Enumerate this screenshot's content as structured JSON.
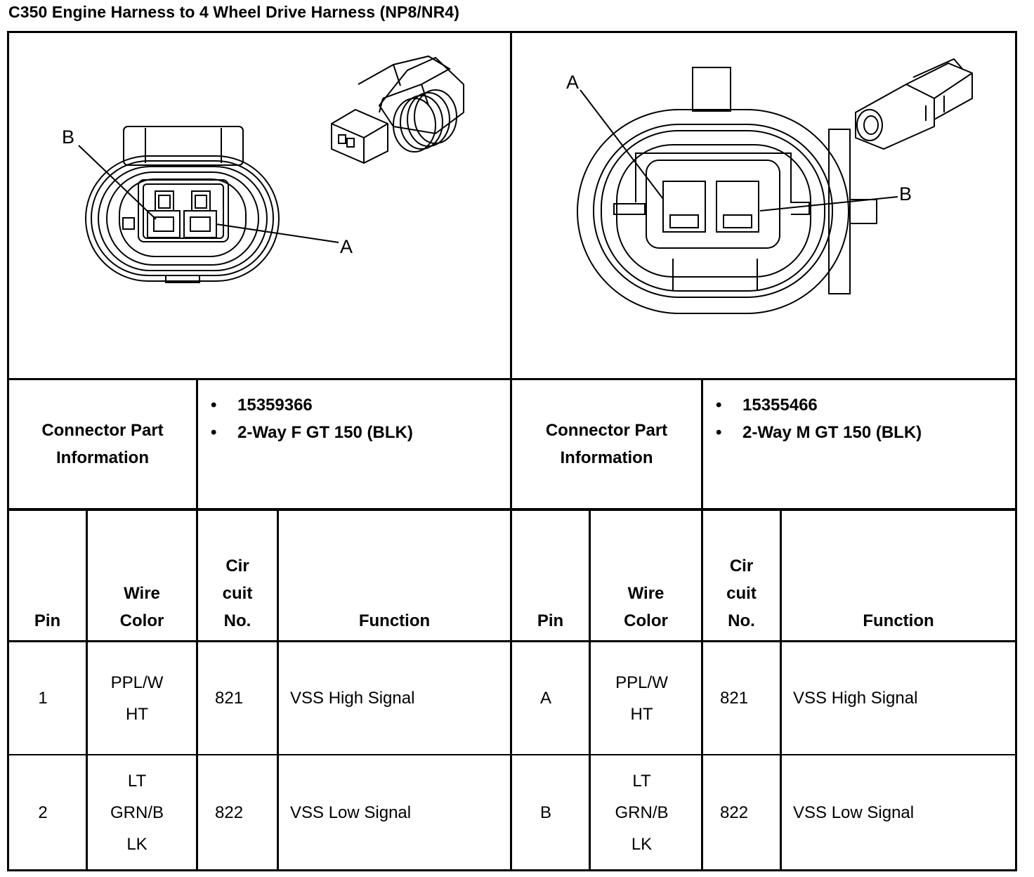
{
  "title": "C350 Engine Harness to 4 Wheel Drive Harness (NP8/NR4)",
  "left_connector": {
    "pin_labels": {
      "a": "A",
      "b": "B"
    },
    "part_info_label": [
      "Connector Part",
      "Information"
    ],
    "part_info": [
      "15359366",
      "2-Way F GT 150 (BLK)"
    ],
    "headers": {
      "pin": [
        "Pin"
      ],
      "wire": [
        "Wire",
        "Color"
      ],
      "circuit": [
        "Cir",
        "cuit",
        "No."
      ],
      "function": [
        "Function"
      ]
    },
    "rows": [
      {
        "pin": "1",
        "wire": [
          "PPL/W",
          "HT"
        ],
        "circuit": "821",
        "function": "VSS High Signal"
      },
      {
        "pin": "2",
        "wire": [
          "LT",
          "GRN/B",
          "LK"
        ],
        "circuit": "822",
        "function": "VSS Low Signal"
      }
    ]
  },
  "right_connector": {
    "pin_labels": {
      "a": "A",
      "b": "B"
    },
    "part_info_label": [
      "Connector Part",
      "Information"
    ],
    "part_info": [
      "15355466",
      "2-Way M GT 150 (BLK)"
    ],
    "headers": {
      "pin": [
        "Pin"
      ],
      "wire": [
        "Wire",
        "Color"
      ],
      "circuit": [
        "Cir",
        "cuit",
        "No."
      ],
      "function": [
        "Function"
      ]
    },
    "rows": [
      {
        "pin": "A",
        "wire": [
          "PPL/W",
          "HT"
        ],
        "circuit": "821",
        "function": "VSS High Signal"
      },
      {
        "pin": "B",
        "wire": [
          "LT",
          "GRN/B",
          "LK"
        ],
        "circuit": "822",
        "function": "VSS Low Signal"
      }
    ]
  }
}
